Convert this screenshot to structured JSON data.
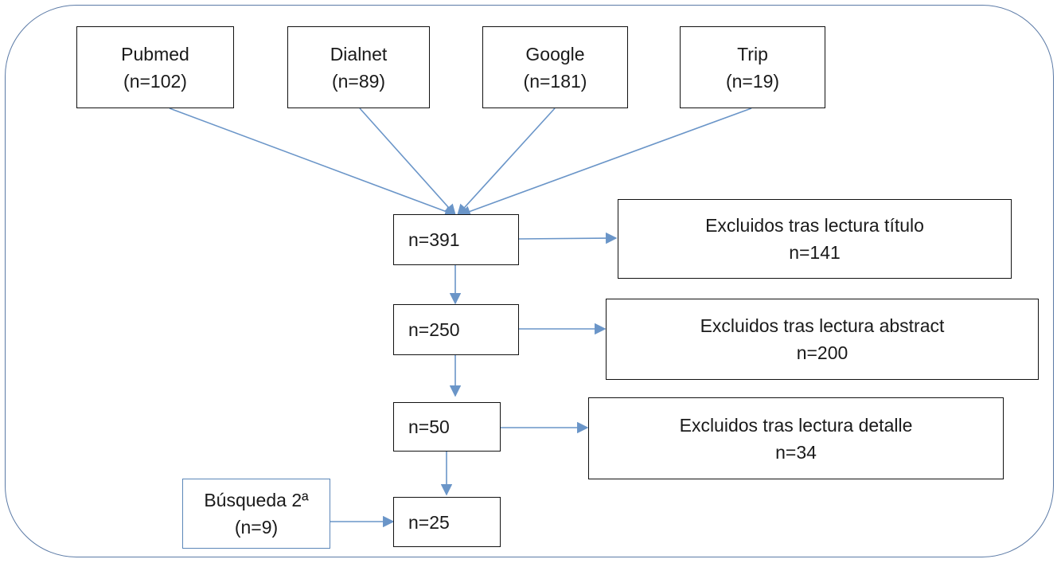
{
  "sources": [
    {
      "name": "Pubmed",
      "count": "(n=102)"
    },
    {
      "name": "Dialnet",
      "count": "(n=89)"
    },
    {
      "name": "Google",
      "count": "(n=181)"
    },
    {
      "name": "Trip",
      "count": "(n=19)"
    }
  ],
  "flow": [
    {
      "label": "n=391"
    },
    {
      "label": "n=250"
    },
    {
      "label": "n=50"
    },
    {
      "label": "n=25"
    }
  ],
  "exclusions": [
    {
      "label": "Excluidos tras lectura título",
      "count": "n=141"
    },
    {
      "label": "Excluidos tras lectura abstract",
      "count": "n=200"
    },
    {
      "label": "Excluidos tras lectura detalle",
      "count": "n=34"
    }
  ],
  "second_search": {
    "label": "Búsqueda 2ª",
    "count": "(n=9)"
  },
  "colors": {
    "arrow": "#6a95c8",
    "frame": "#5b7aa6",
    "box_border": "#111111",
    "second_search_border": "#5b86b8"
  }
}
